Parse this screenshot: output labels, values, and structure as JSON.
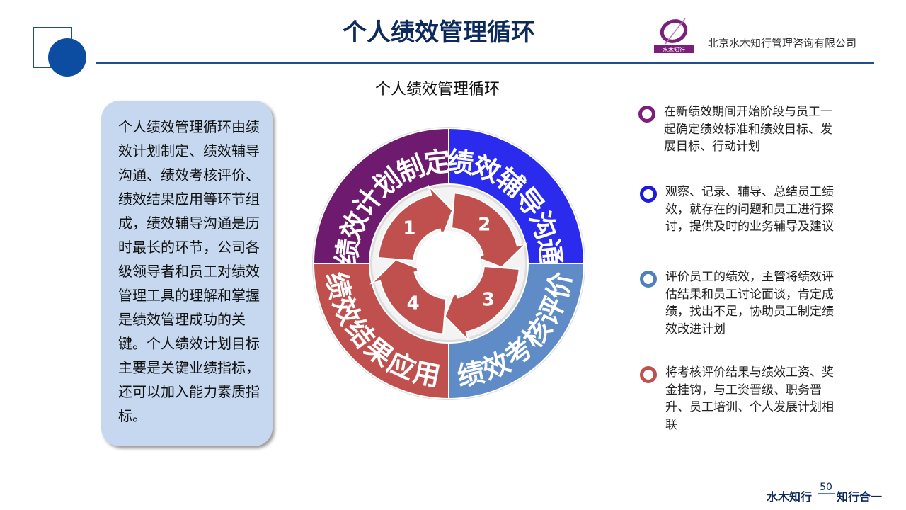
{
  "header": {
    "title": "个人绩效管理循环",
    "company": "北京水木知行管理咨询有限公司",
    "logo_text": "水木知行"
  },
  "subtitle": "个人绩效管理循环",
  "left_text": "个人绩效管理循环由绩效计划制定、绩效辅导沟通、绩效考核评价、绩效结果应用等环节组成，绩效辅导沟通是历时最长的环节，公司各级领导者和员工对绩效管理工具的理解和掌握是绩效管理成功的关键。个人绩效计划目标主要是关键业绩指标，还可以加入能力素质指标。",
  "cycle": {
    "segments": [
      {
        "label": "绩效计划制定",
        "number": "1",
        "color": "#6e1a6e"
      },
      {
        "label": "绩效辅导沟通",
        "number": "2",
        "color": "#2b2bee"
      },
      {
        "label": "绩效考核评价",
        "number": "3",
        "color": "#5f8cc6"
      },
      {
        "label": "绩效结果应用",
        "number": "4",
        "color": "#c0504d"
      }
    ]
  },
  "bullets": [
    {
      "text": "在新绩效期间开始阶段与员工一起确定绩效标准和绩效目标、发展目标、行动计划",
      "color": "#7b1f7b"
    },
    {
      "text": "观察、记录、辅导、总结员工绩效，就存在的问题和员工进行探讨，提供及时的业务辅导及建议",
      "color": "#1a1ae0"
    },
    {
      "text": "评价员工的绩效，主管将绩效评估结果和员工讨论面谈，肯定成绩，找出不足，协助员工制定绩效改进计划",
      "color": "#4f81bd"
    },
    {
      "text": "将考核评价结果与绩效工资、奖金挂钩，与工资晋级、职务晋升、员工培训、个人发展计划相联",
      "color": "#c0504d"
    }
  ],
  "footer": {
    "left": "水木知行",
    "page": "50",
    "right": "知行合一"
  }
}
